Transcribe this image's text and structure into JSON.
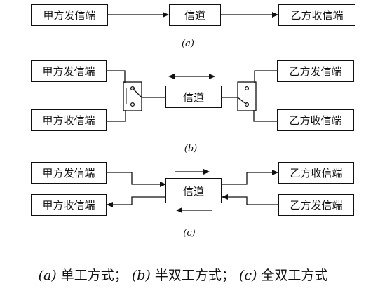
{
  "diagram_a": {
    "sender_a": "甲方发信端",
    "channel": "信道",
    "receiver_b": "乙方收信端",
    "label": "(a)"
  },
  "diagram_b": {
    "sender_a": "甲方发信端",
    "receiver_a": "甲方收信端",
    "channel": "信道",
    "sender_b": "乙方发信端",
    "receiver_b": "乙方收信端",
    "label": "(b)"
  },
  "diagram_c": {
    "sender_a": "甲方发信端",
    "receiver_a": "甲方收信端",
    "channel": "信道",
    "receiver_b": "乙方收信端",
    "sender_b": "乙方发信端",
    "label": "(c)"
  },
  "caption": {
    "a_mark": "(a)",
    "a_text": " 单工方式；",
    "b_mark": "(b)",
    "b_text": " 半双工方式；",
    "c_mark": "(c)",
    "c_text": " 全双工方式"
  }
}
